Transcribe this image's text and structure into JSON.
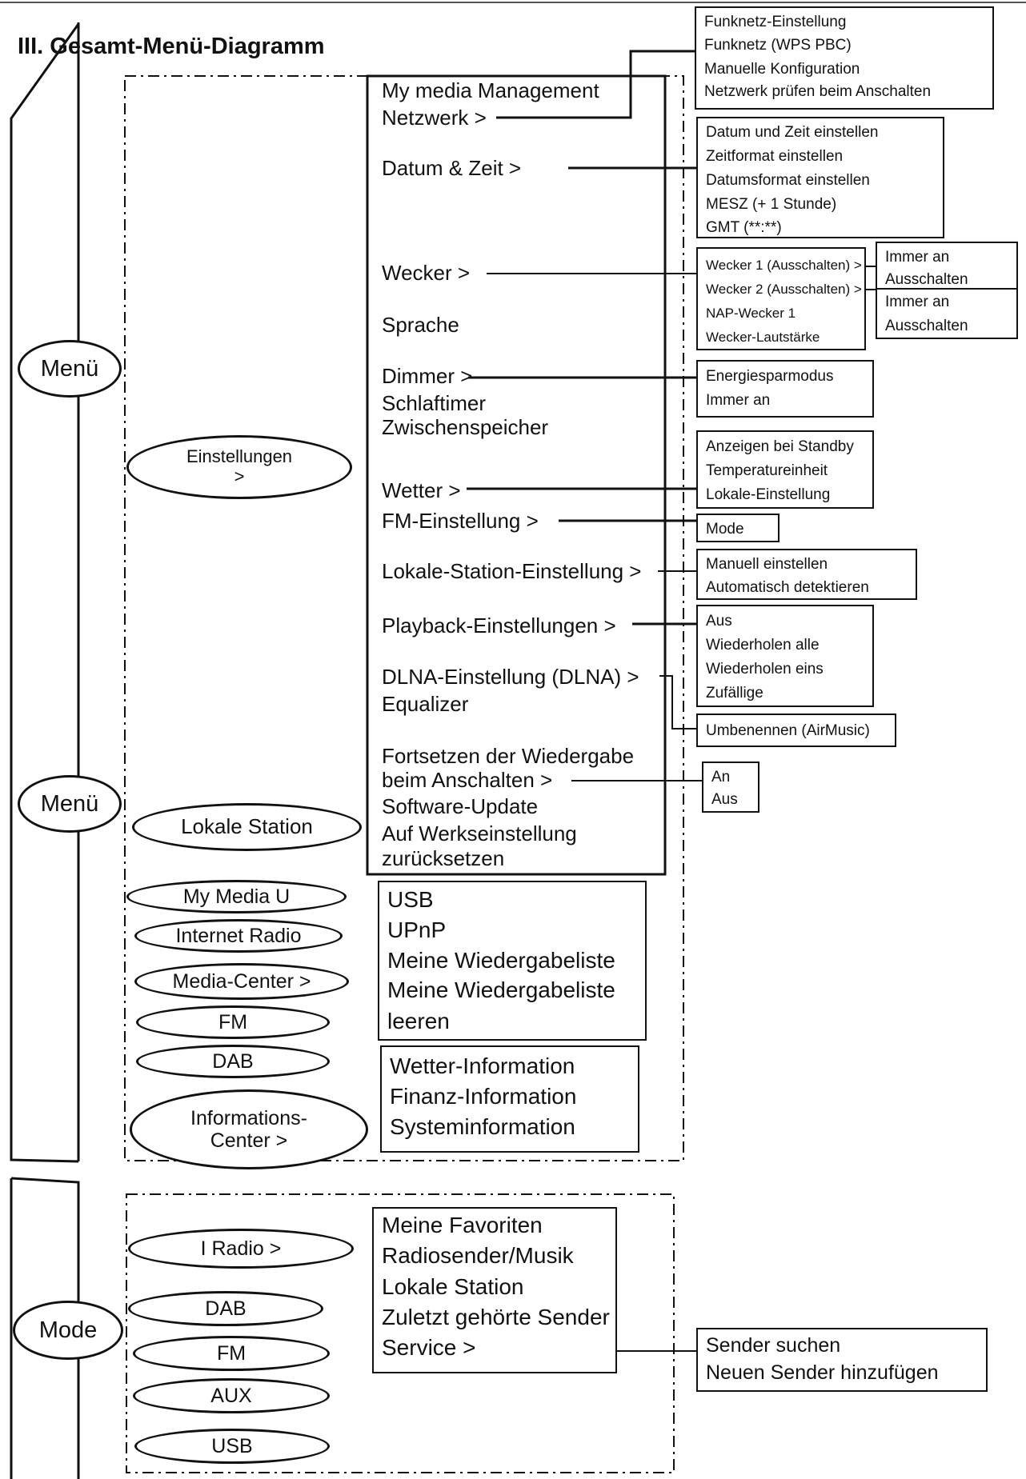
{
  "title": "III. Gesamt-Menü-Diagramm",
  "root_nodes": {
    "menu_top": "Menü",
    "menu_bottom": "Menü",
    "mode": "Mode"
  },
  "menu_ovals": {
    "einstellungen": "Einstellungen\n>",
    "lokale_station": "Lokale Station",
    "my_media_u": "My Media U",
    "internet_radio": "Internet Radio",
    "media_center": "Media-Center >",
    "fm": "FM",
    "dab": "DAB",
    "informations_center": "Informations-\nCenter >"
  },
  "einstellungen_items": [
    "My media Management",
    "Netzwerk >",
    "Datum & Zeit >",
    "Wecker >",
    "Sprache",
    "Dimmer >",
    "Schlaftimer",
    "Zwischenspeicher",
    "Wetter >",
    "FM-Einstellung >",
    "Lokale-Station-Einstellung >",
    "Playback-Einstellungen >",
    "DLNA-Einstellung (DLNA) >",
    "Equalizer",
    "Fortsetzen der Wiedergabe",
    "beim Anschalten >",
    "Software-Update",
    "Auf Werkseinstellung",
    "zurücksetzen"
  ],
  "sub_boxes": {
    "netzwerk": [
      "Funknetz-Einstellung",
      "Funknetz (WPS PBC)",
      "Manuelle Konfiguration",
      "Netzwerk prüfen beim Anschalten"
    ],
    "datum_zeit": [
      "Datum und Zeit einstellen",
      "Zeitformat einstellen",
      "Datumsformat einstellen",
      "MESZ (+ 1 Stunde)",
      "GMT (**:**)"
    ],
    "wecker": [
      "Wecker 1 (Ausschalten) >",
      "Wecker 2 (Ausschalten) >",
      "NAP-Wecker 1",
      "Wecker-Lautstärke"
    ],
    "wecker1_options": [
      "Immer an",
      "Ausschalten"
    ],
    "wecker2_options": [
      "Immer an",
      "Ausschalten"
    ],
    "dimmer": [
      "Energiesparmodus",
      "Immer an"
    ],
    "wetter": [
      "Anzeigen bei Standby",
      "Temperatureinheit",
      "Lokale-Einstellung"
    ],
    "fm_einstellung": [
      "Mode"
    ],
    "lokale_station": [
      "Manuell einstellen",
      "Automatisch detektieren"
    ],
    "playback": [
      "Aus",
      "Wiederholen alle",
      "Wiederholen eins",
      "Zufällige"
    ],
    "dlna": [
      "Umbenennen (AirMusic)"
    ],
    "fortsetzen": [
      "An",
      "Aus"
    ]
  },
  "media_center_box": [
    "USB",
    "UPnP",
    "Meine Wiedergabeliste",
    "Meine Wiedergabeliste",
    "leeren"
  ],
  "info_center_box": [
    "Wetter-Information",
    "Finanz-Information",
    "Systeminformation"
  ],
  "mode_ovals": {
    "i_radio": "I Radio >",
    "dab": "DAB",
    "fm": "FM",
    "aux": "AUX",
    "usb": "USB"
  },
  "i_radio_box": [
    "Meine Favoriten",
    "Radiosender/Musik",
    "Lokale Station",
    "Zuletzt gehörte Sender",
    "Service >"
  ],
  "service_box": [
    "Sender suchen",
    "Neuen Sender hinzufügen"
  ]
}
